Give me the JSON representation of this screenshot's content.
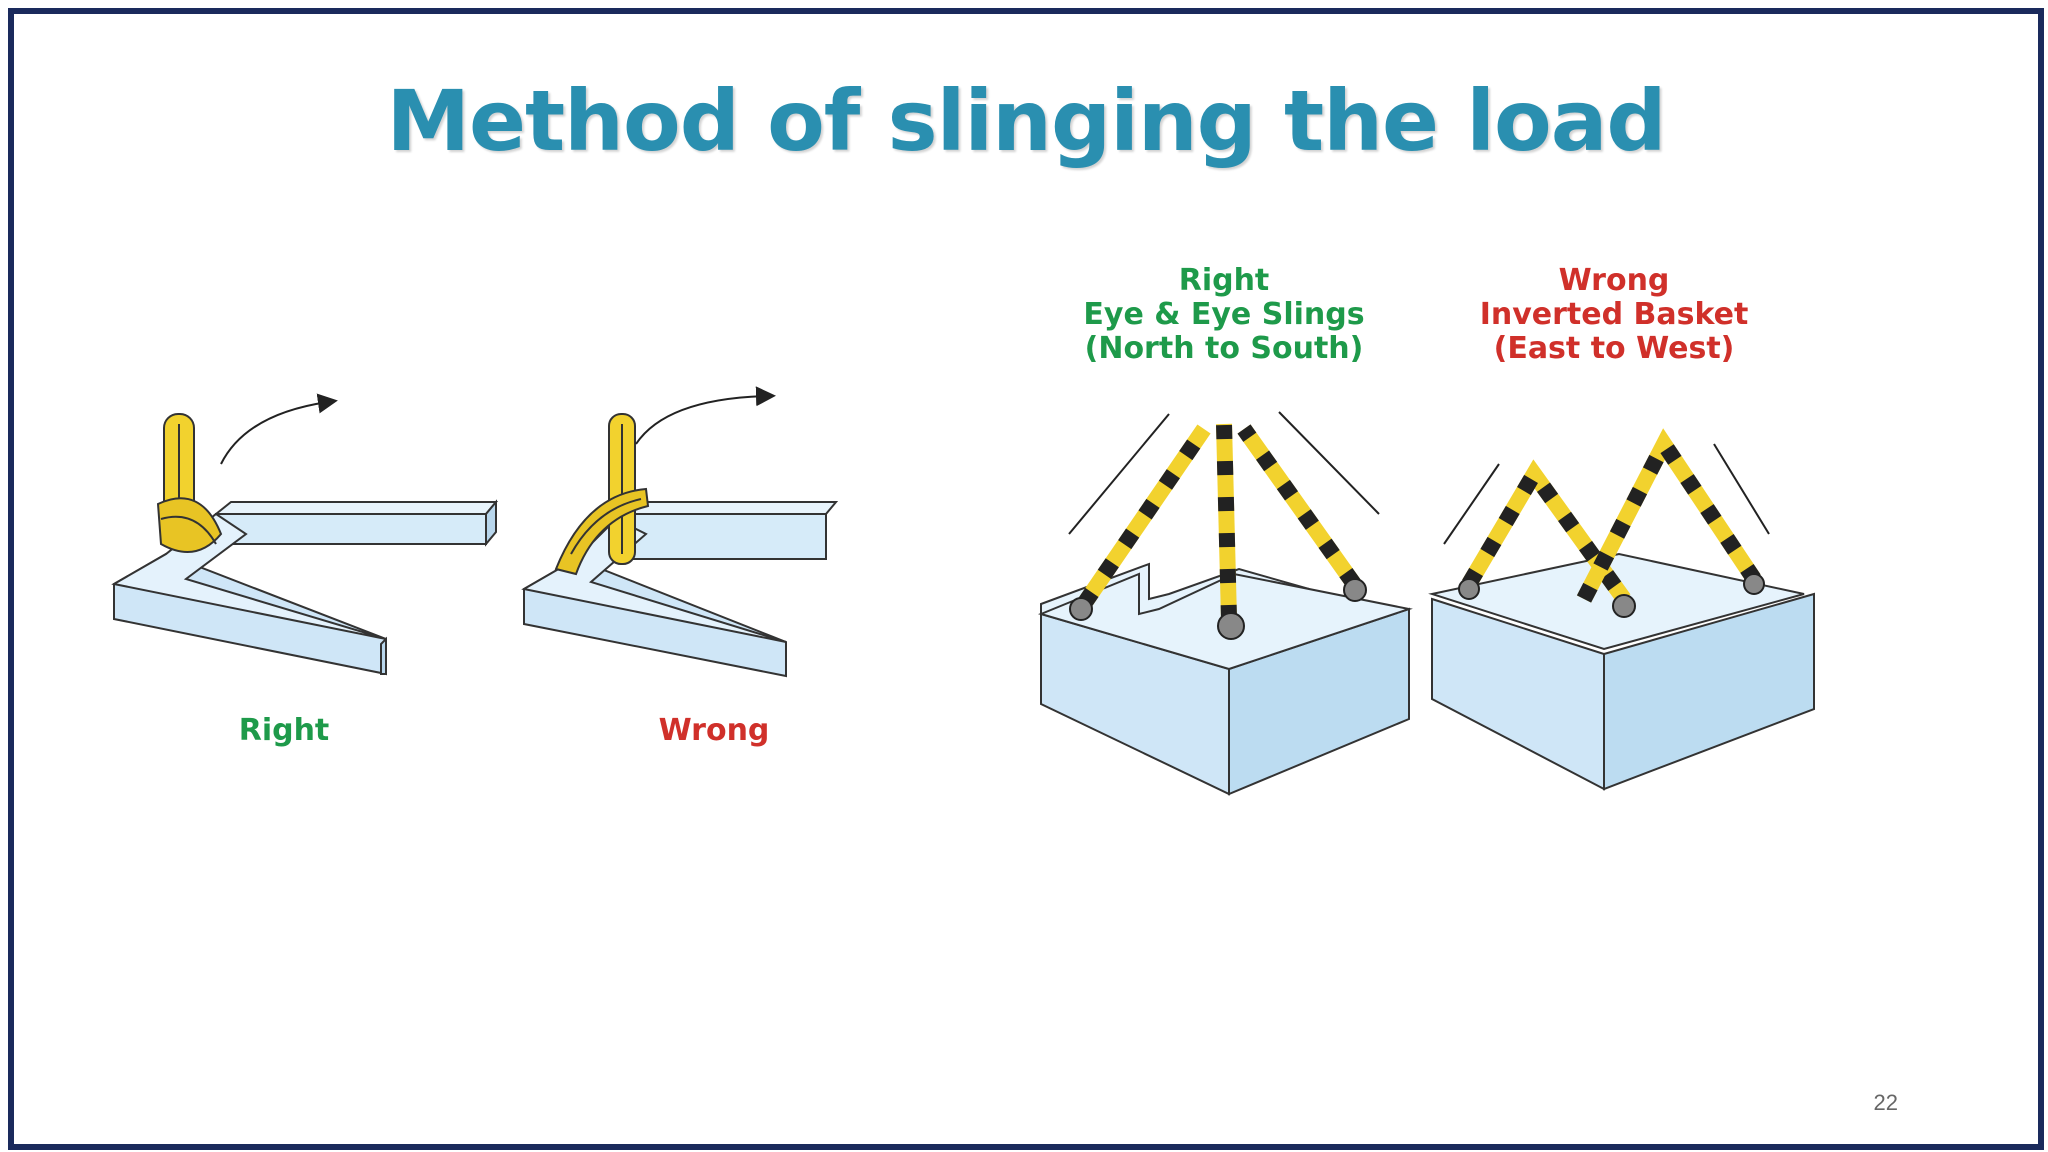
{
  "slide": {
    "title": "Method of slinging the load",
    "page_number": "22"
  },
  "left_panel": {
    "right_label": "Right",
    "wrong_label": "Wrong"
  },
  "right_panel": {
    "right_caption": [
      "Right",
      "Eye & Eye Slings",
      "(North to South)"
    ],
    "wrong_caption": [
      "Wrong",
      "Inverted Basket",
      "(East to West)"
    ]
  },
  "colors": {
    "title": "#2a8fb0",
    "border": "#1a2a5c",
    "right": "#1e9a4a",
    "wrong": "#d0302a",
    "block": "#cfe6f7",
    "sling": "#f2d22e"
  }
}
